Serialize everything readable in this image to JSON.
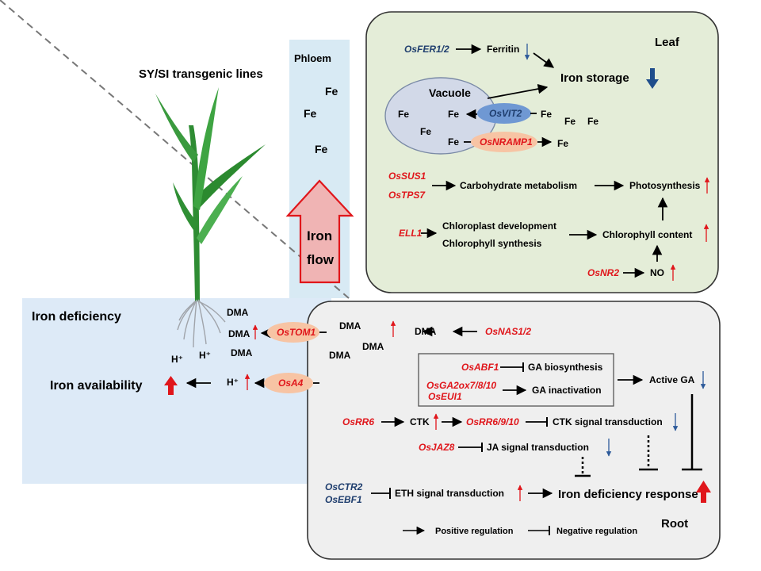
{
  "title": "SY/SI transgenic lines",
  "phloem": {
    "label": "Phloem",
    "fe_labels": [
      "Fe",
      "Fe",
      "Fe"
    ],
    "arrow_line1": "Iron",
    "arrow_line2": "flow"
  },
  "left": {
    "iron_deficiency": "Iron deficiency",
    "iron_availability": "Iron availability",
    "dma_labels": [
      "DMA",
      "DMA",
      "DMA"
    ],
    "h_labels": [
      "H⁺",
      "H⁺",
      "H⁺"
    ],
    "transporter_tom1": "OsTOM1",
    "transporter_a4": "OsA4"
  },
  "leaf": {
    "title": "Leaf",
    "fer": "OsFER1/2",
    "ferritin": "Ferritin",
    "iron_storage": "Iron storage",
    "vacuole": "Vacuole",
    "vacuole_fe": [
      "Fe",
      "Fe",
      "Fe",
      "Fe"
    ],
    "vit2": "OsVIT2",
    "nramp1": "OsNRAMP1",
    "outside_fe": [
      "Fe",
      "Fe",
      "Fe",
      "Fe"
    ],
    "sus1": "OsSUS1",
    "tps7": "OsTPS7",
    "carb": "Carbohydrate metabolism",
    "photosynthesis": "Photosynthesis",
    "ell1": "ELL1",
    "chloro_dev": "Chloroplast development",
    "chloro_syn": "Chlorophyll synthesis",
    "chloro_content": "Chlorophyll content",
    "nr2": "OsNR2",
    "no": "NO"
  },
  "root": {
    "title": "Root",
    "nas": "OsNAS1/2",
    "dma_cluster": [
      "DMA",
      "DMA",
      "DMA"
    ],
    "dma_main": "DMA",
    "abf1": "OsABF1",
    "ga_bio": "GA biosynthesis",
    "ga2ox": "OsGA2ox7/8/10",
    "eui1": "OsEUI1",
    "ga_inact": "GA inactivation",
    "active_ga": "Active GA",
    "rr6": "OsRR6",
    "ctk": "CTK",
    "rr6910": "OsRR6/9/10",
    "ctk_signal": "CTK signal transduction",
    "jaz8": "OsJAZ8",
    "ja_signal": "JA signal transduction",
    "ctr2": "OsCTR2",
    "ebf1": "OsEBF1",
    "eth_signal": "ETH signal transduction",
    "iron_def_response": "Iron deficiency response",
    "legend_pos": "Positive regulation",
    "legend_neg": "Negative regulation"
  },
  "colors": {
    "leaf_bg": "#e4edd8",
    "root_bg": "#efefef",
    "phloem_bg": "#d8eaf4",
    "deficiency_bg": "#ddeaf7",
    "red": "#e0161b",
    "blue": "#1f3e6e",
    "vacuole": "#d2d9e8",
    "vit2": "#6f98d3",
    "nramp": "#f7c4a4"
  }
}
